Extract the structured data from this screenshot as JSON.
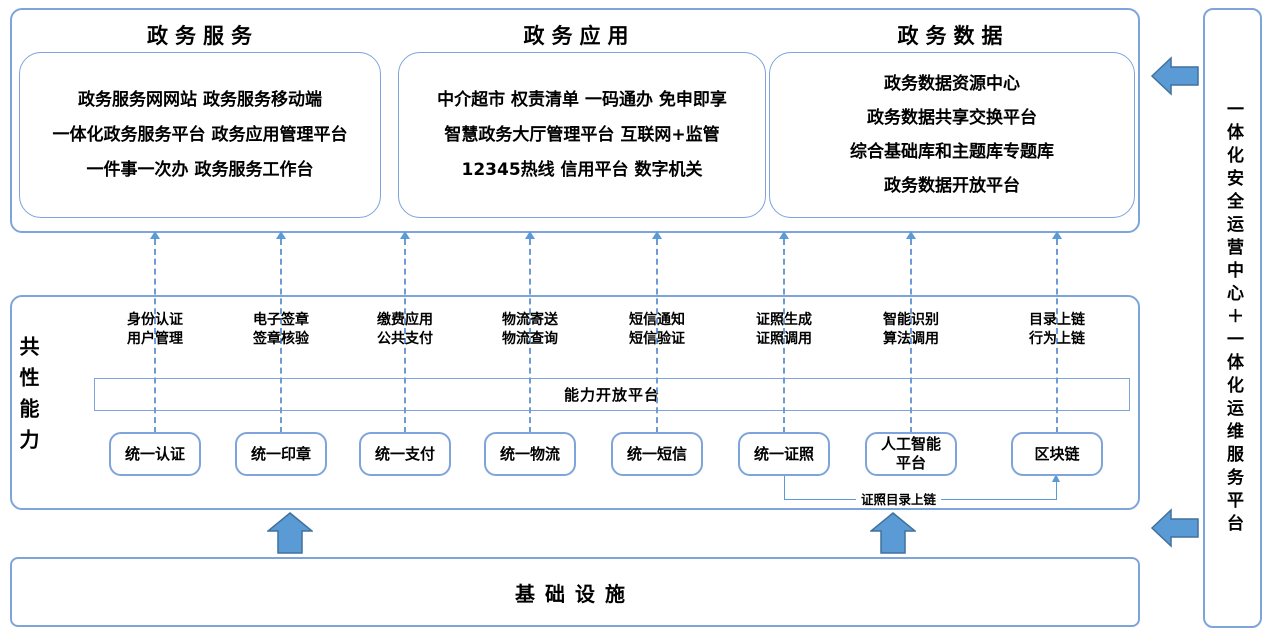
{
  "colors": {
    "border_blue": "#7EA4DB",
    "dash_blue": "#6E9BD4",
    "arrow_fill": "#5B9BD5",
    "arrow_stroke": "#41719C",
    "text": "#000000"
  },
  "top_sections": [
    {
      "title": "政务服务",
      "lines": [
        "政务服务网网站 政务服务移动端",
        "一体化政务服务平台 政务应用管理平台",
        "一件事一次办 政务服务工作台"
      ]
    },
    {
      "title": "政务应用",
      "lines": [
        "中介超市 权责清单 一码通办 免申即享",
        "智慧政务大厅管理平台 互联网+监管",
        "12345热线 信用平台 数字机关"
      ]
    },
    {
      "title": "政务数据",
      "lines": [
        "政务数据资源中心",
        "政务数据共享交换平台",
        "综合基础库和主题库专题库",
        "政务数据开放平台"
      ]
    }
  ],
  "middle": {
    "side_label": "共性能力",
    "platform_bar": "能力开放平台",
    "chain_label": "证照目录上链",
    "columns": [
      {
        "label": "身份认证\n用户管理",
        "box": "统一认证"
      },
      {
        "label": "电子签章\n签章核验",
        "box": "统一印章"
      },
      {
        "label": "缴费应用\n公共支付",
        "box": "统一支付"
      },
      {
        "label": "物流寄送\n物流查询",
        "box": "统一物流"
      },
      {
        "label": "短信通知\n短信验证",
        "box": "统一短信"
      },
      {
        "label": "证照生成\n证照调用",
        "box": "统一证照"
      },
      {
        "label": "智能识别\n算法调用",
        "box": "人工智能\n平台"
      },
      {
        "label": "目录上链\n行为上链",
        "box": "区块链"
      }
    ]
  },
  "bottom": {
    "title": "基础设施"
  },
  "right_bar": {
    "text": "一体化安全运营中心＋一体化运维服务平台"
  }
}
